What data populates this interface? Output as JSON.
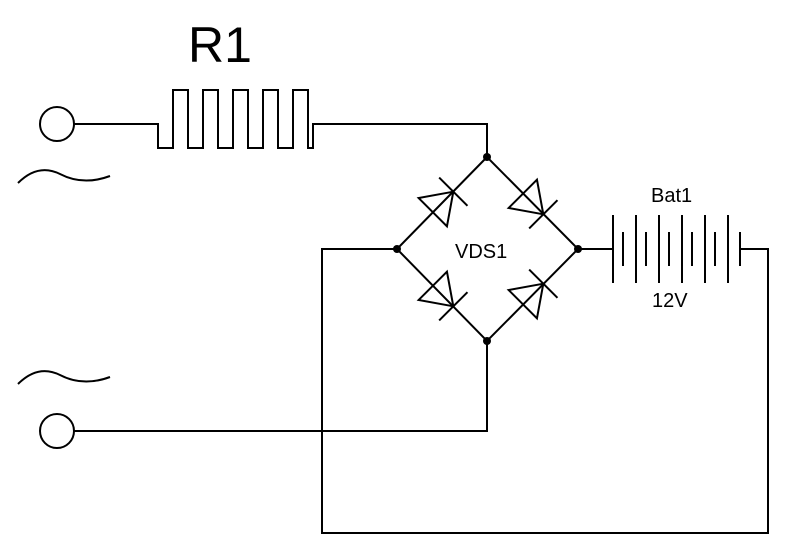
{
  "labels": {
    "resistor": "R1",
    "bridge": "VDS1",
    "battery": "Bat1",
    "battery_value": "12V"
  },
  "colors": {
    "ink": "#000000",
    "background": "#ffffff"
  }
}
